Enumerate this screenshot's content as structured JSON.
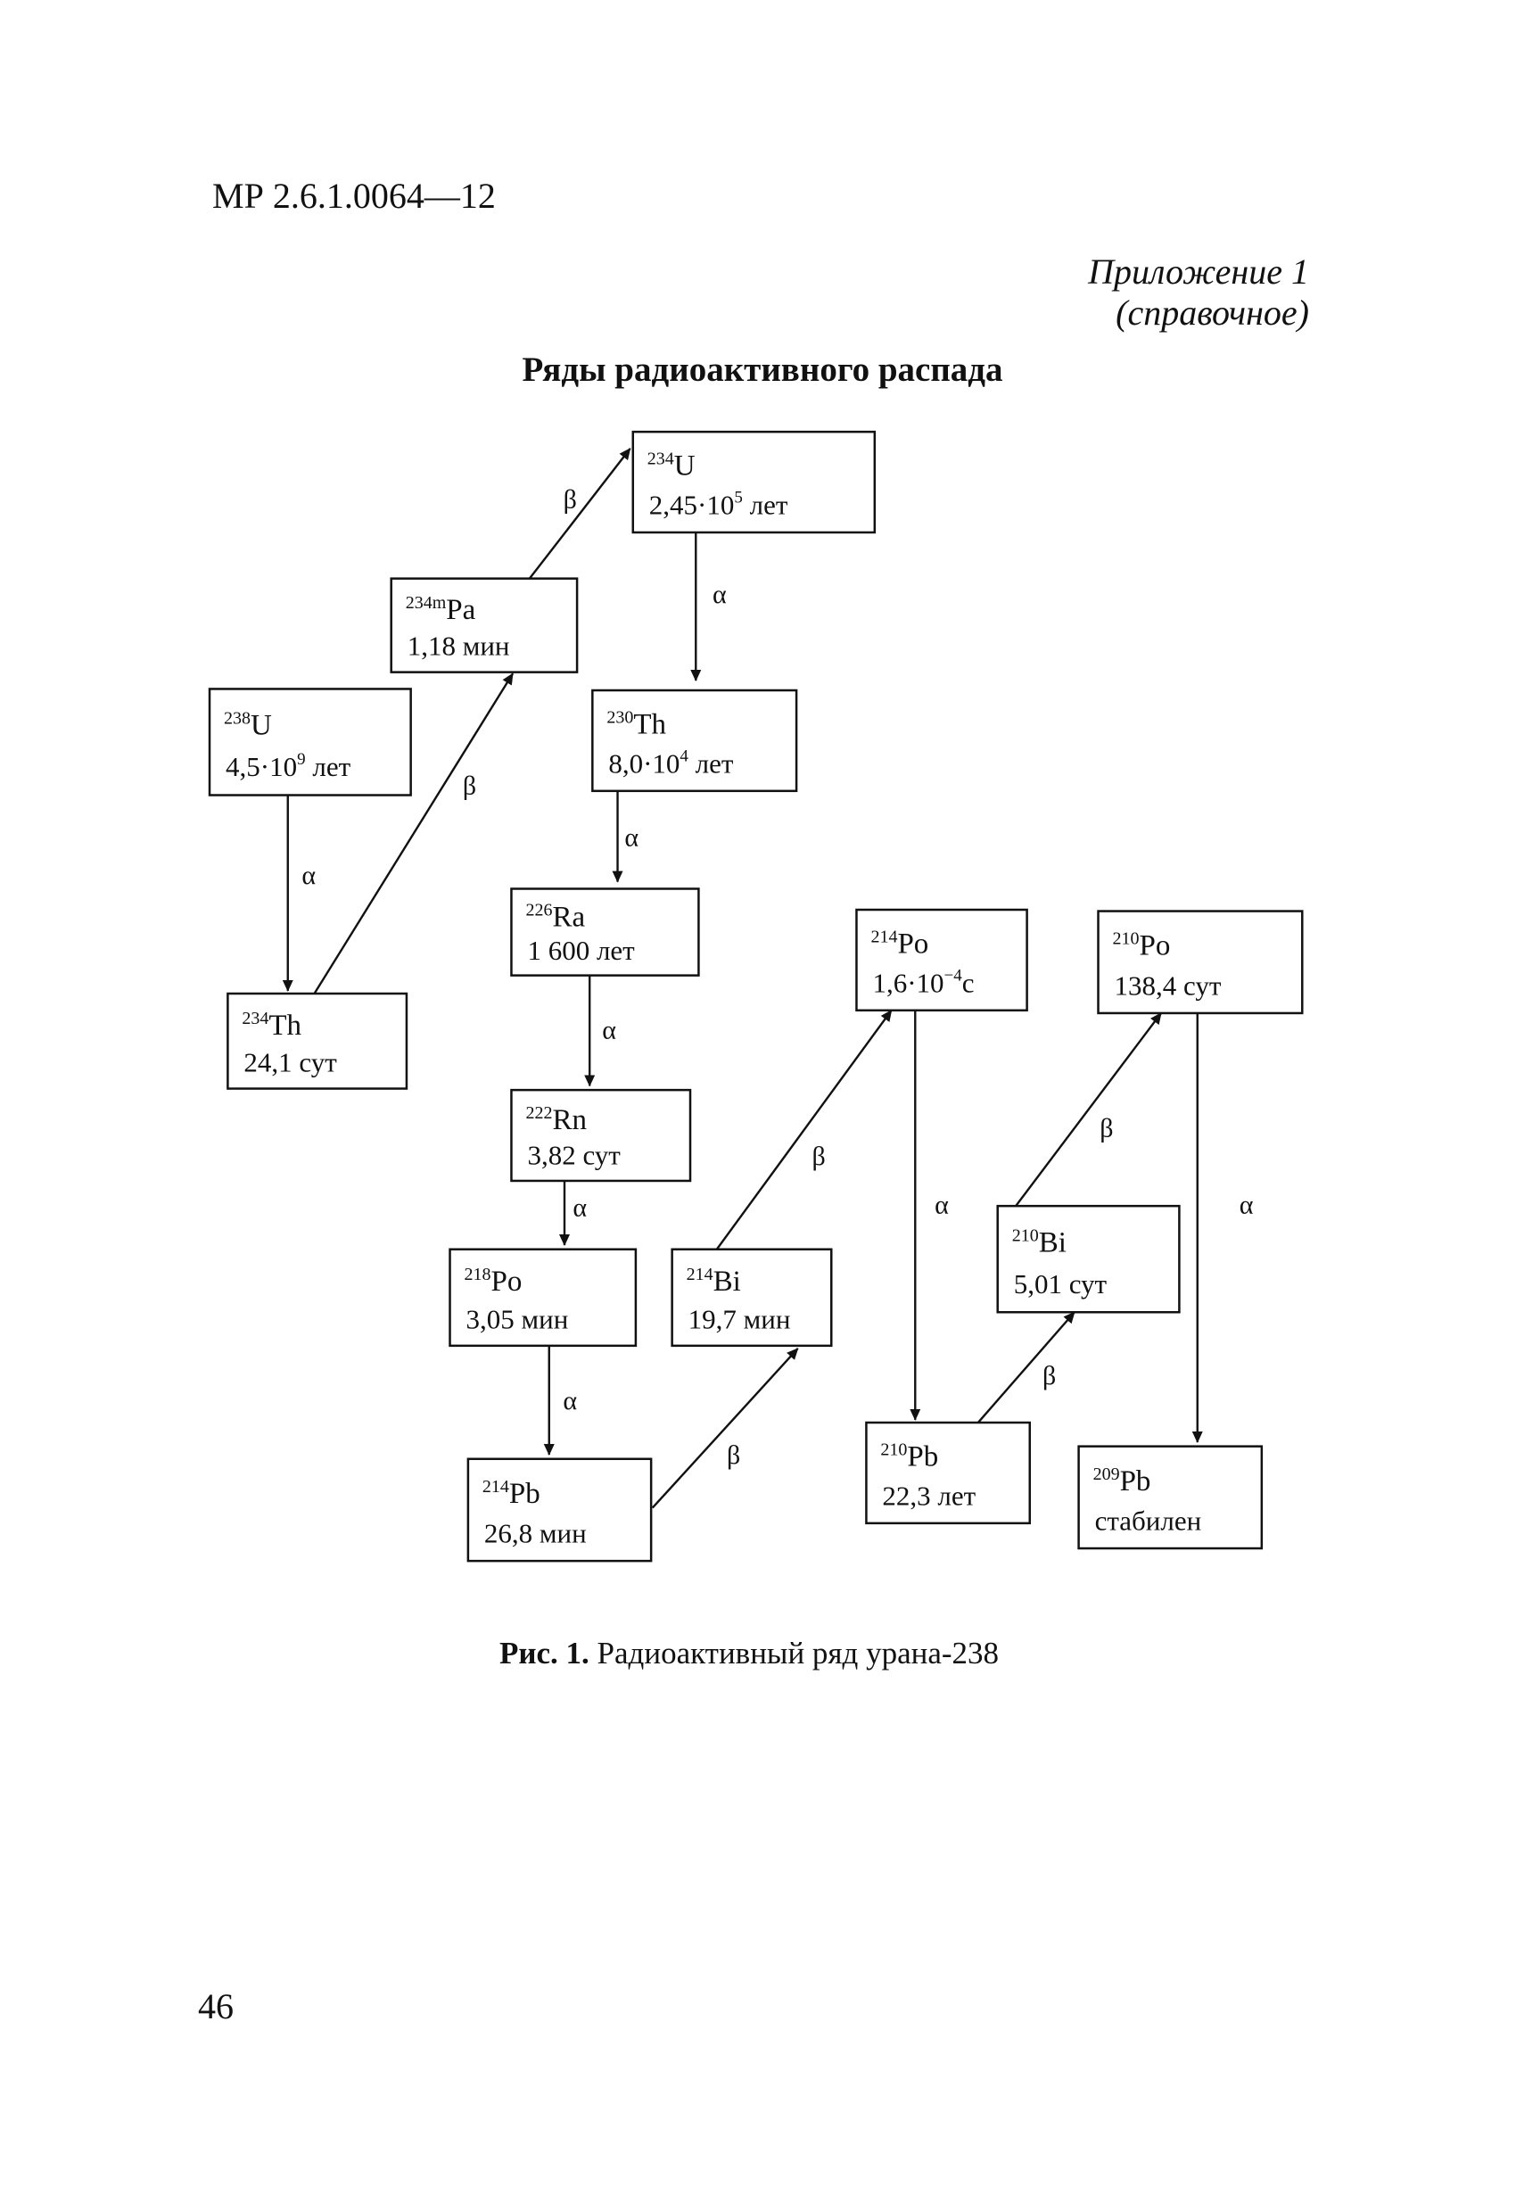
{
  "header": {
    "doc_code": "МР 2.6.1.0064—12"
  },
  "appendix": {
    "line1": "Приложение 1",
    "line2": "(справочное)"
  },
  "section_title": "Ряды радиоактивного распада",
  "diagram": {
    "nodes": [
      {
        "id": "u234",
        "mass": "234",
        "symbol": "U",
        "half_life": "2,45·10",
        "exp": "5",
        "unit": " лет"
      },
      {
        "id": "pa234m",
        "mass": "234m",
        "symbol": "Pa",
        "half_life": "1,18 мин"
      },
      {
        "id": "u238",
        "mass": "238",
        "symbol": "U",
        "half_life": "4,5·10",
        "exp": "9",
        "unit": " лет"
      },
      {
        "id": "th230",
        "mass": "230",
        "symbol": "Th",
        "half_life": "8,0·10",
        "exp": "4",
        "unit": " лет"
      },
      {
        "id": "th234",
        "mass": "234",
        "symbol": "Th",
        "half_life": "24,1 сут"
      },
      {
        "id": "ra226",
        "mass": "226",
        "symbol": "Ra",
        "half_life": "1 600  лет"
      },
      {
        "id": "po214",
        "mass": "214",
        "symbol": "Po",
        "half_life": "1,6·10",
        "exp": "−4",
        "unit": "с"
      },
      {
        "id": "po210",
        "mass": "210",
        "symbol": "Po",
        "half_life": "138,4 сут"
      },
      {
        "id": "rn222",
        "mass": "222",
        "symbol": "Rn",
        "half_life": "3,82 сут"
      },
      {
        "id": "po218",
        "mass": "218",
        "symbol": "Po",
        "half_life": "3,05 мин"
      },
      {
        "id": "bi214",
        "mass": "214",
        "symbol": "Bi",
        "half_life": "19,7 мин"
      },
      {
        "id": "bi210",
        "mass": "210",
        "symbol": "Bi",
        "half_life": "5,01 сут"
      },
      {
        "id": "pb214",
        "mass": "214",
        "symbol": "Pb",
        "half_life": "26,8 мин"
      },
      {
        "id": "pb210",
        "mass": "210",
        "symbol": "Pb",
        "half_life": "22,3 лет"
      },
      {
        "id": "pb209",
        "mass": "209",
        "symbol": "Pb",
        "half_life": "стабилен"
      }
    ],
    "edges": [
      {
        "from": "u238",
        "to": "th234",
        "label": "α"
      },
      {
        "from": "th234",
        "to": "pa234m",
        "label": "β"
      },
      {
        "from": "pa234m",
        "to": "u234",
        "label": "β"
      },
      {
        "from": "u234",
        "to": "th230",
        "label": "α"
      },
      {
        "from": "th230",
        "to": "ra226",
        "label": "α"
      },
      {
        "from": "ra226",
        "to": "rn222",
        "label": "α"
      },
      {
        "from": "rn222",
        "to": "po218",
        "label": "α"
      },
      {
        "from": "po218",
        "to": "pb214",
        "label": "α"
      },
      {
        "from": "pb214",
        "to": "bi214",
        "label": "β"
      },
      {
        "from": "bi214",
        "to": "po214",
        "label": "β"
      },
      {
        "from": "po214",
        "to": "pb210",
        "label": "α"
      },
      {
        "from": "pb210",
        "to": "bi210",
        "label": "β"
      },
      {
        "from": "bi210",
        "to": "po210",
        "label": "β"
      },
      {
        "from": "po210",
        "to": "pb209",
        "label": "α"
      }
    ]
  },
  "caption": {
    "prefix": "Рис. 1.",
    "text": " Радиоактивный ряд урана-238"
  },
  "page_number": "46"
}
